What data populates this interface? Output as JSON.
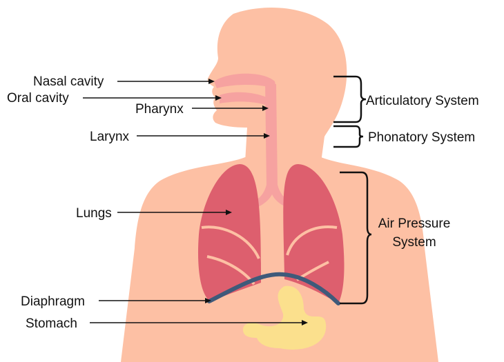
{
  "labels": {
    "nasal_cavity": "Nasal cavity",
    "oral_cavity": "Oral cavity",
    "pharynx": "Pharynx",
    "larynx": "Larynx",
    "lungs": "Lungs",
    "diaphragm": "Diaphragm",
    "stomach": "Stomach"
  },
  "systems": {
    "articulatory": "Articulatory System",
    "phonatory": "Phonatory System",
    "air_pressure_line1": "Air Pressure",
    "air_pressure_line2": "System"
  },
  "colors": {
    "skin": "#fdc0a4",
    "airway": "#f6a2a0",
    "lungs": "#dd5f6e",
    "diaphragm": "#3f5a7a",
    "stomach": "#fbe08d",
    "label_text": "#111111"
  }
}
